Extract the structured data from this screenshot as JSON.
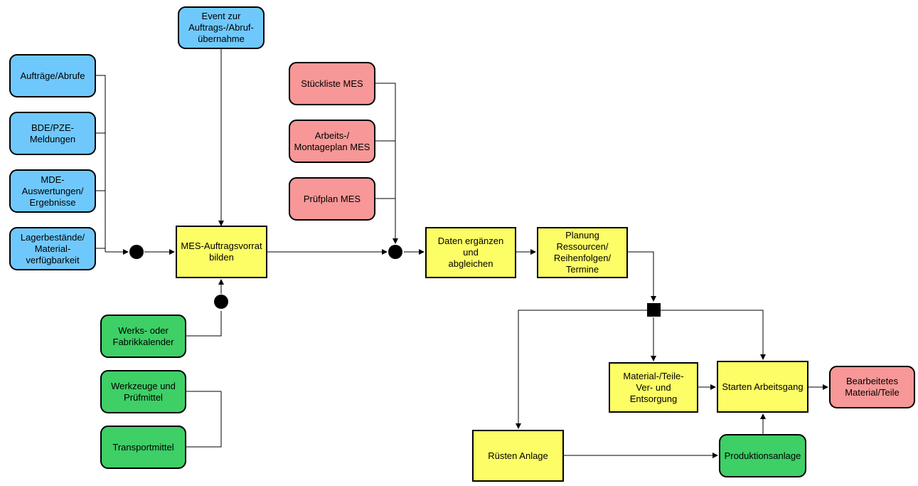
{
  "nodes": {
    "event": "Event zur\nAuftrags-/Abruf-\nübernahme",
    "auftraege": "Aufträge/Abrufe",
    "bde": "BDE/PZE-\nMeldungen",
    "mde": "MDE-\nAuswertungen/\nErgebnisse",
    "lager": "Lagerbestände/\nMaterial-\nverfügbarkeit",
    "vorrat": "MES-Auftragsvorrat\nbilden",
    "werks": "Werks- oder\nFabrikkalender",
    "werkzeuge": "Werkzeuge und\nPrüfmittel",
    "transport": "Transportmittel",
    "stueckliste": "Stückliste MES",
    "arbeitsplan": "Arbeits-/\nMontageplan MES",
    "pruefplan": "Prüfplan MES",
    "daten": "Daten ergänzen und\nabgleichen",
    "planung": "Planung\nRessourcen/\nReihenfolgen/\nTermine",
    "material": "Material-/Teile-\nVer- und\nEntsorgung",
    "starten": "Starten Arbeitsgang",
    "bearbeitet": "Bearbeitetes\nMaterial/Teile",
    "ruesten": "Rüsten Anlage",
    "produktion": "Produktionsanlage"
  },
  "colors": {
    "input": "#6fc8fc",
    "document": "#f79797",
    "resource": "#3ecf66",
    "process": "#fdfd66",
    "line": "#000000"
  }
}
